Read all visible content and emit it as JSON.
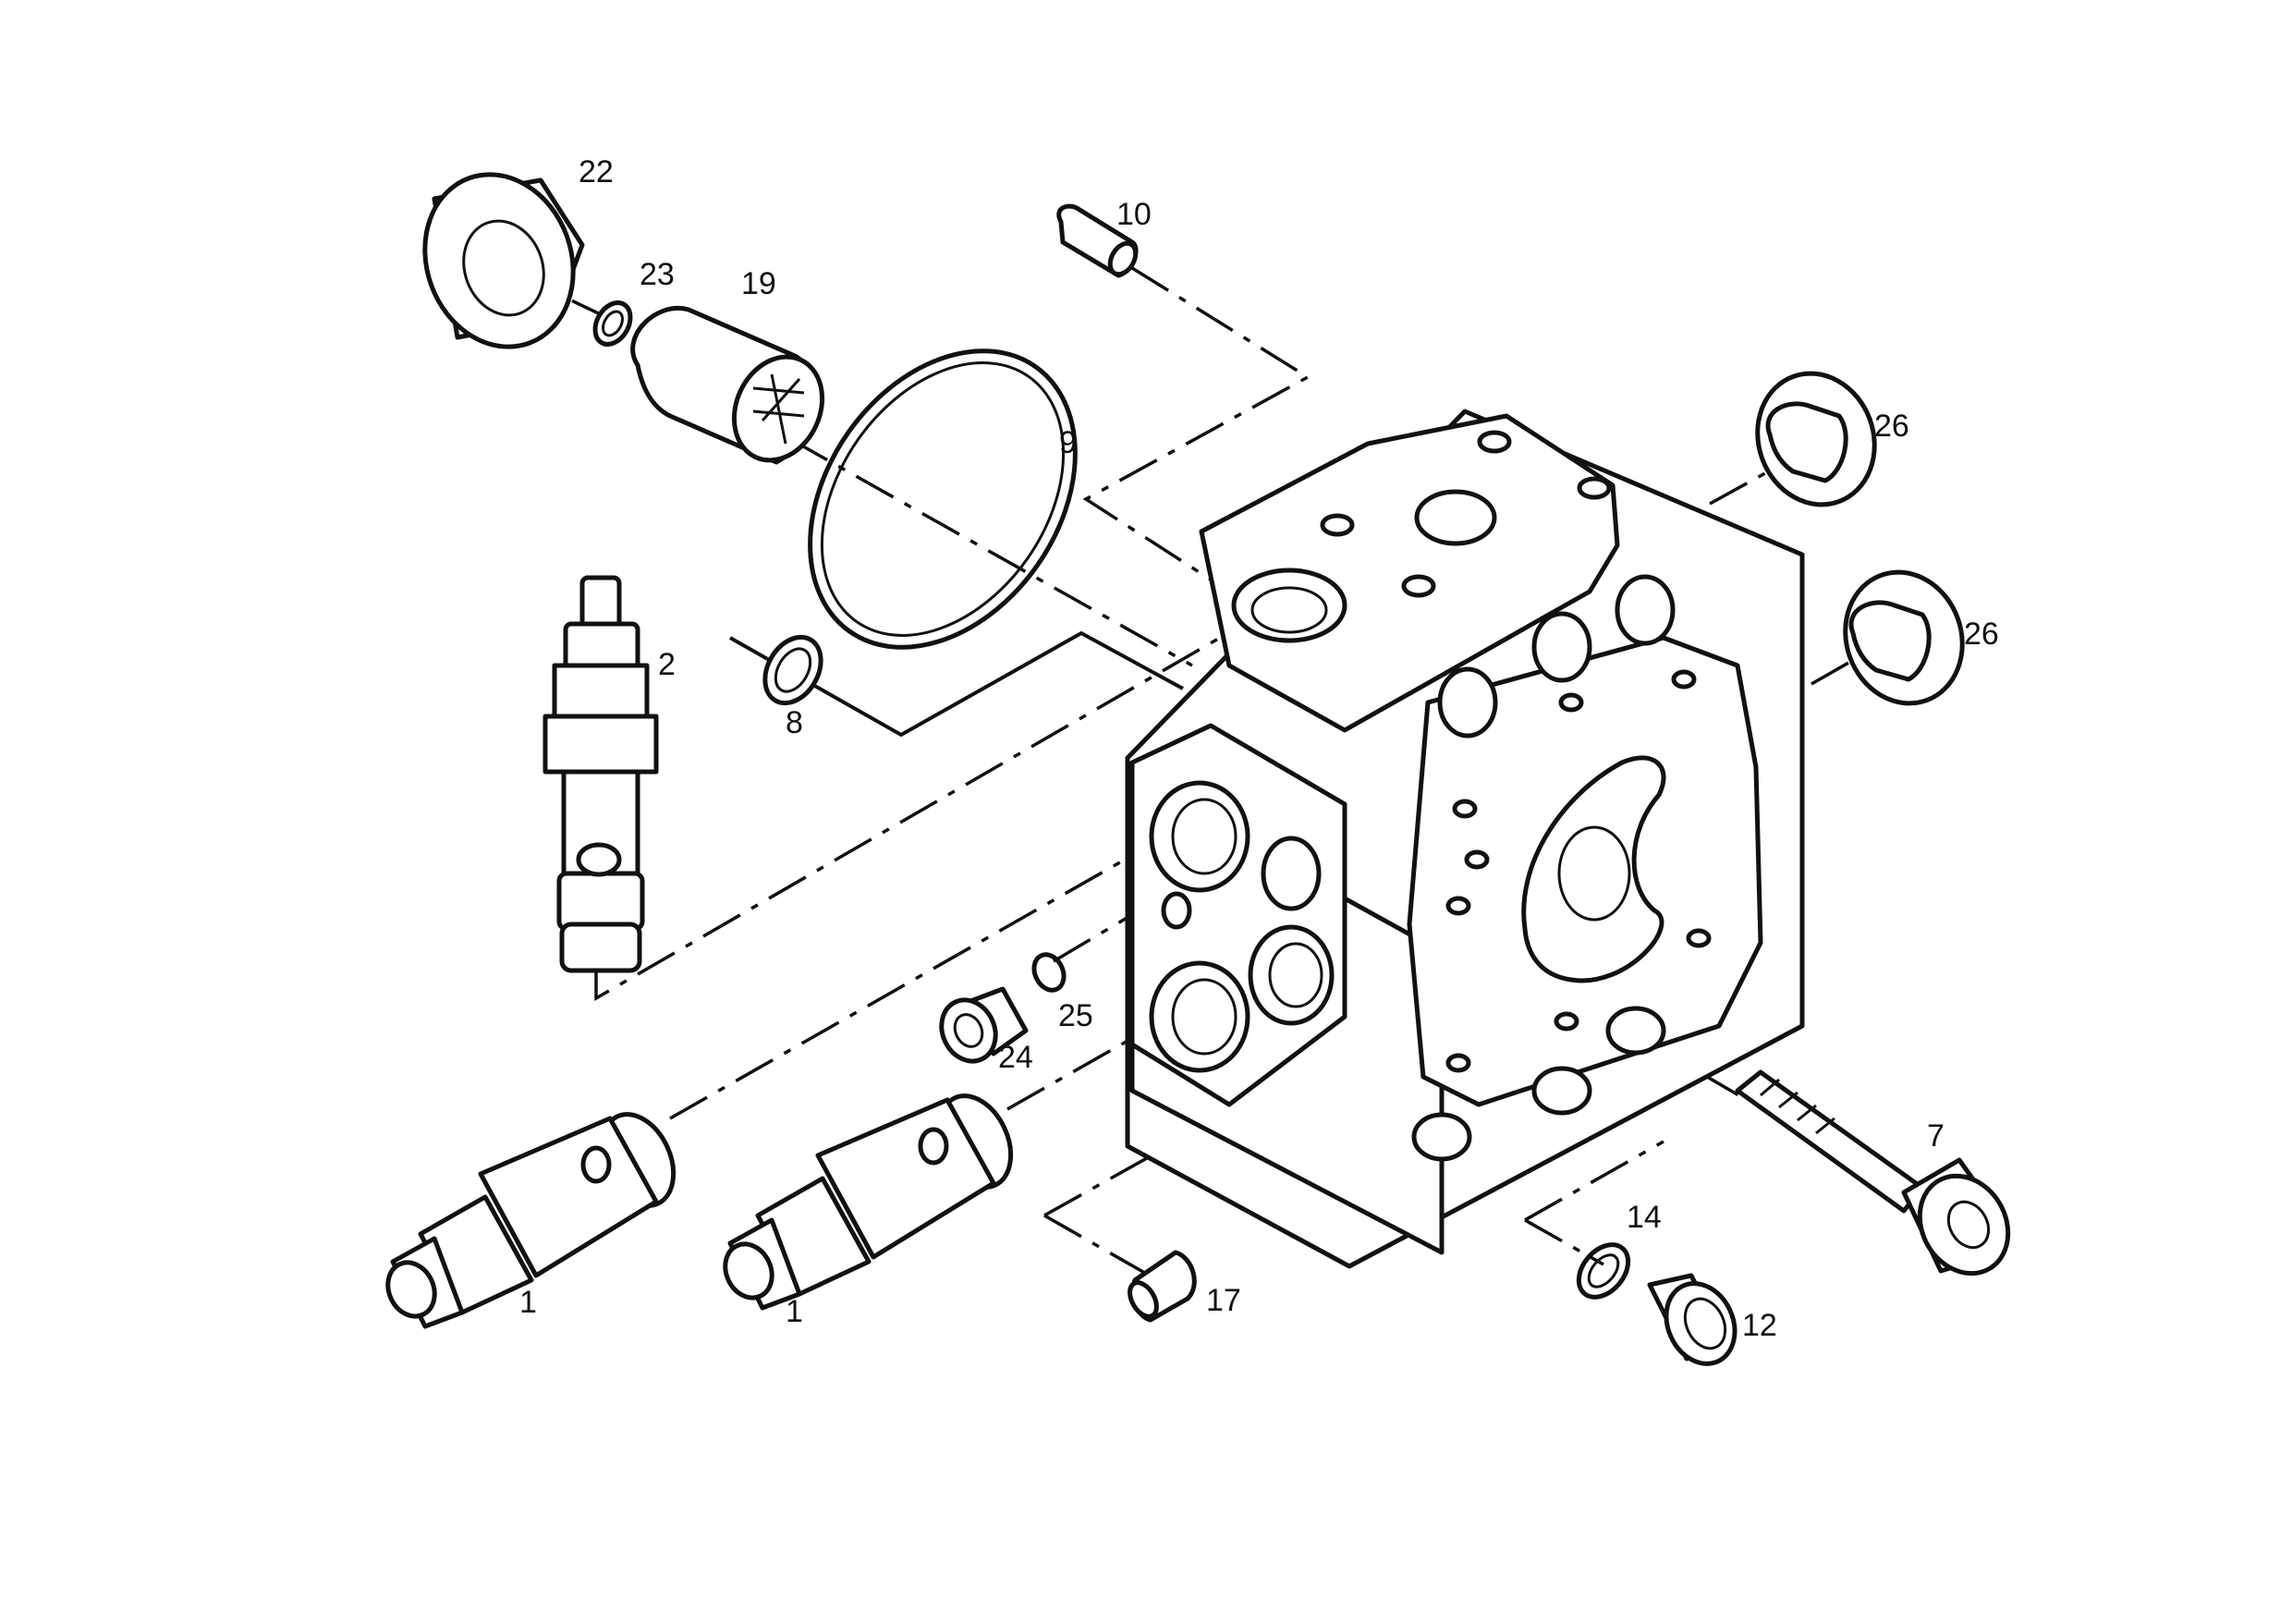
{
  "labels": {
    "p1a": "1",
    "p1b": "1",
    "p2": "2",
    "p7": "7",
    "p8": "8",
    "p9": "9",
    "p10": "10",
    "p12": "12",
    "p14": "14",
    "p17": "17",
    "p19": "19",
    "p22": "22",
    "p23": "23",
    "p24": "24",
    "p25": "25",
    "p26a": "26",
    "p26b": "26"
  }
}
